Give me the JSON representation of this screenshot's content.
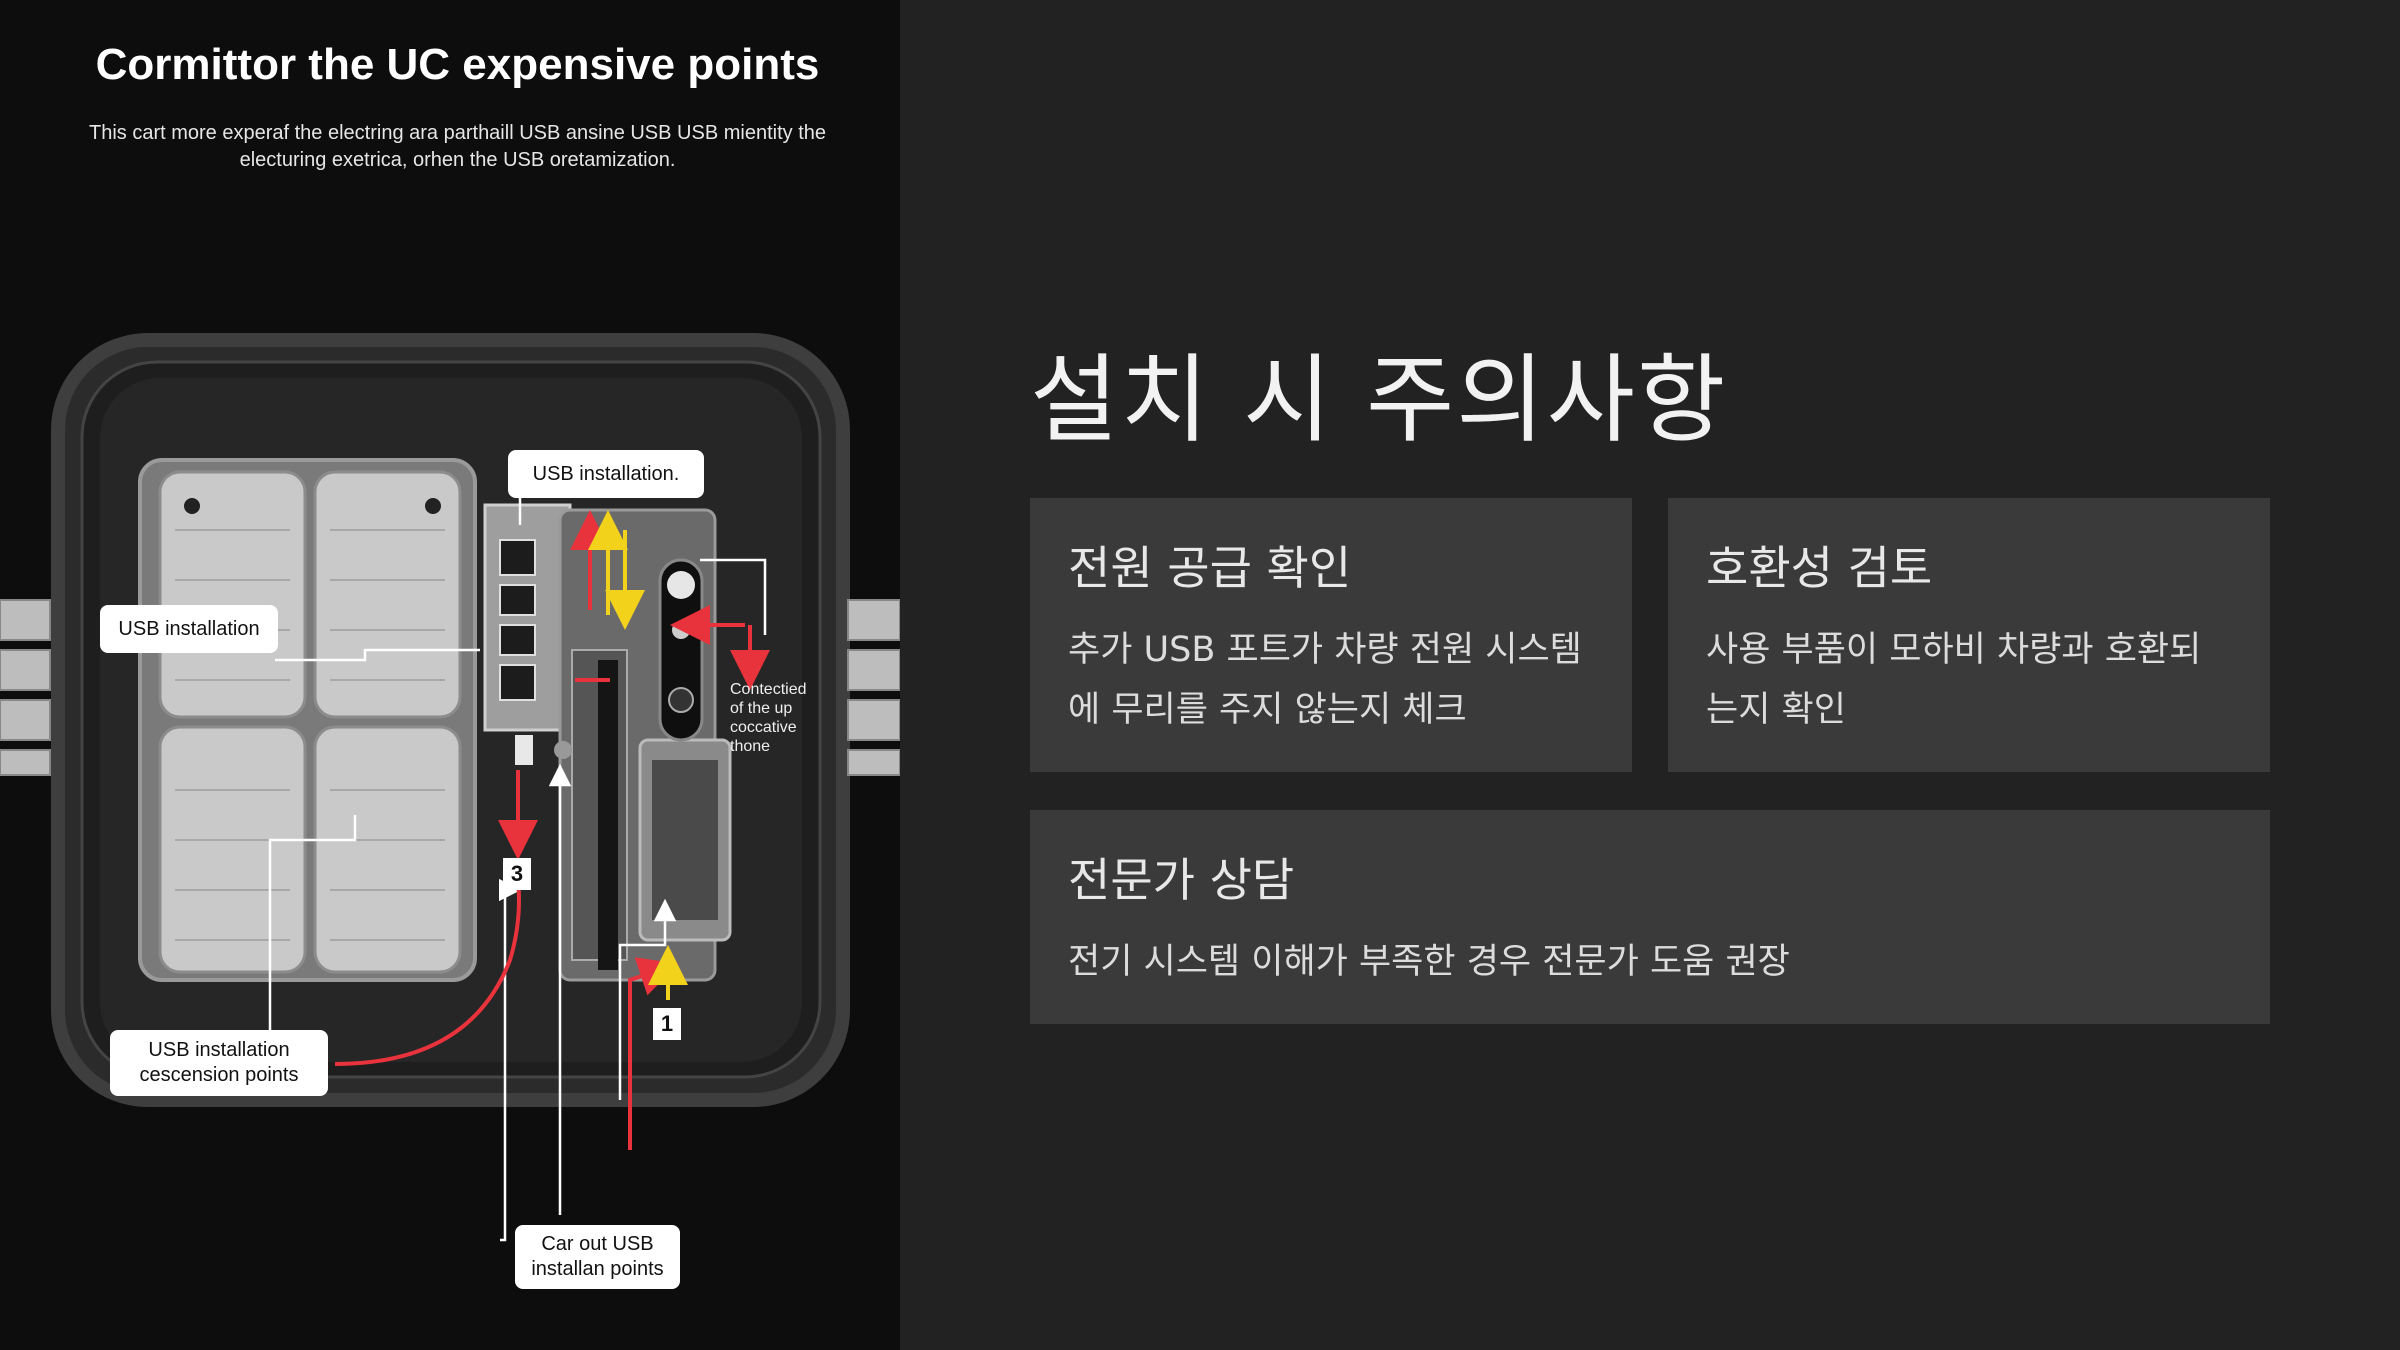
{
  "figure": {
    "title": "Cormittor the UC expensive points",
    "subtitle": "This cart more experaf the electring ara parthaill USB ansine USB USB mientity the electuring exetrica, orhen the USB oretamization.",
    "callouts": {
      "top": "USB installation.",
      "left": "USB installation",
      "bottom_left": "USB installation cescension points",
      "bottom": "Car out USB installan points"
    },
    "side_note": "Contectied\nof the up\ncoccative\nthone",
    "tags": [
      "3",
      "1"
    ]
  },
  "slide": {
    "title": "설치 시 주의사항",
    "cards": [
      {
        "title": "전원 공급 확인",
        "text": "추가 USB 포트가 차량 전원 시스템에 무리를 주지 않는지 체크"
      },
      {
        "title": "호환성 검토",
        "text": "사용 부품이 모하비 차량과 호환되는지 확인"
      },
      {
        "title": "전문가 상담",
        "text": "전기 시스템 이해가 부족한 경우 전문가 도움 권장"
      }
    ]
  },
  "colors": {
    "page_bg": "#222222",
    "figure_bg": "#0d0d0d",
    "card_bg": "#3a3a3a",
    "arrow_red": "#e8323c",
    "arrow_yellow": "#f2d21b"
  }
}
